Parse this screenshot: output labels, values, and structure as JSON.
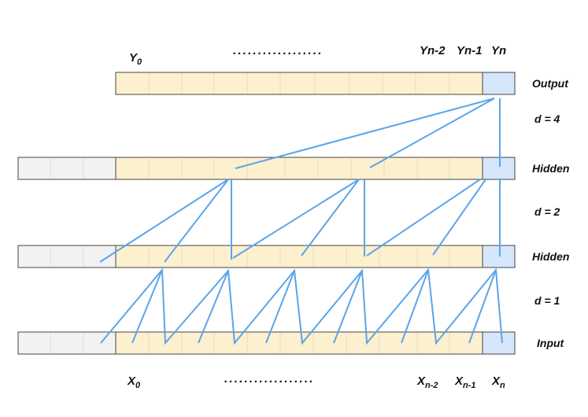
{
  "colors": {
    "padding_fill": "#f2f2f2",
    "sequence_fill": "#fdf0cf",
    "current_fill": "#d6e6fb",
    "cell_border": "#e6dcc0",
    "bar_edge": "#444444",
    "connection": "#5aa5ea"
  },
  "labels": {
    "y0": "Y",
    "y0_sub": "0",
    "top_dots": "..................",
    "y_n2": "Yn-2",
    "y_n1": "Yn-1",
    "y_n": "Yn",
    "x0": "X",
    "x0_sub": "0",
    "bottom_dots": "..................",
    "x_n2": "X",
    "x_n2_sub": "n-2",
    "x_n1": "X",
    "x_n1_sub": "n-1",
    "x_n": "X",
    "x_n_sub": "n"
  },
  "layers": [
    {
      "id": "output",
      "label": "Output"
    },
    {
      "id": "hidden-2",
      "label": "Hidden"
    },
    {
      "id": "hidden-1",
      "label": "Hidden"
    },
    {
      "id": "input",
      "label": "Input"
    }
  ],
  "dilations": [
    {
      "label": "d = 4"
    },
    {
      "label": "d = 2"
    },
    {
      "label": "d = 1"
    }
  ]
}
